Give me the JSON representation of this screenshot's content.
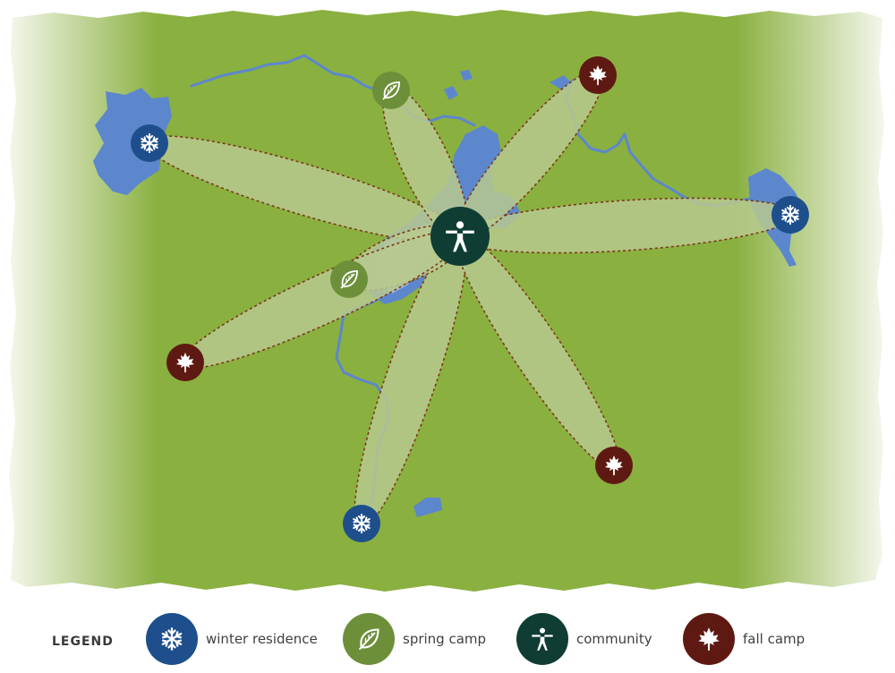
{
  "legend": {
    "title": "LEGEND",
    "items": [
      {
        "key": "winter",
        "label": "winter residence",
        "icon": "snowflake-icon",
        "color": "#1e4f8c"
      },
      {
        "key": "spring",
        "label": "spring camp",
        "icon": "leaf-icon",
        "color": "#6d8f3a"
      },
      {
        "key": "community",
        "label": "community",
        "icon": "person-icon",
        "color": "#0f3d33"
      },
      {
        "key": "fall",
        "label": "fall camp",
        "icon": "maple-leaf-icon",
        "color": "#5e1a12"
      }
    ]
  },
  "colors": {
    "land": "#8ab040",
    "land_edge": "#cfe0b0",
    "water": "#5d87cc",
    "water_light": "#9db6e2",
    "route_fill": "#b7c98e",
    "route_line": "#7a3a1a"
  }
}
